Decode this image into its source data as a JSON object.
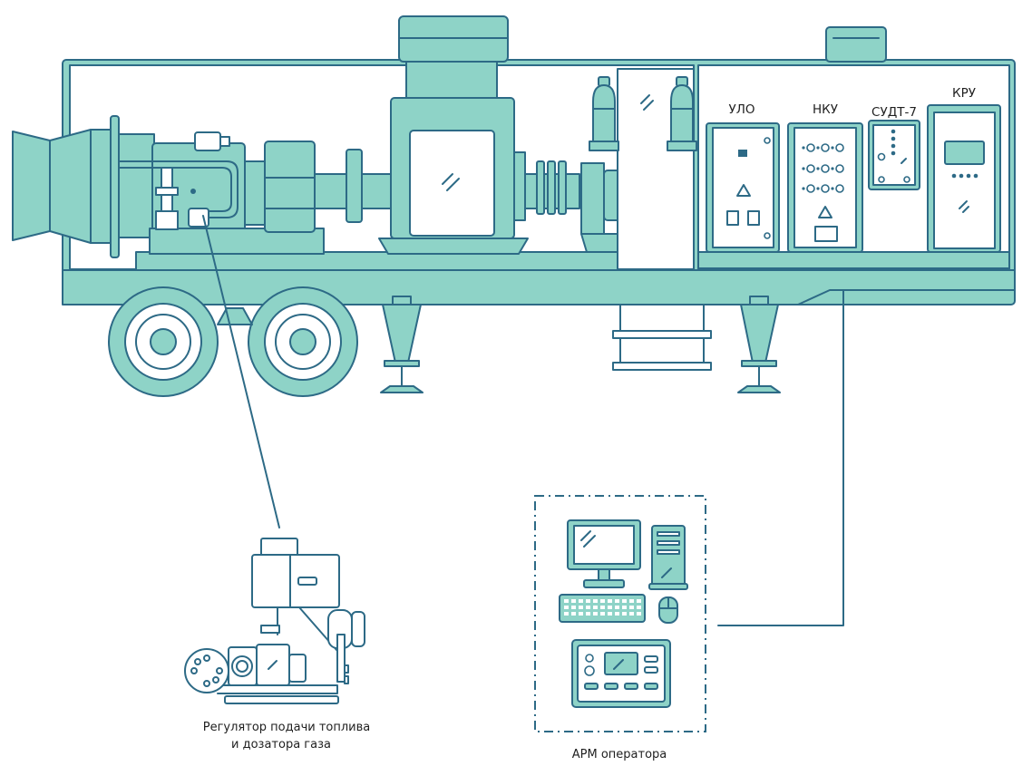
{
  "colors": {
    "fill": "#8ed3c7",
    "stroke": "#2d6a86",
    "light": "#ffffff",
    "dark_fill": "#6fbfb2"
  },
  "cabinets": [
    {
      "id": "ulo",
      "label": "УЛО"
    },
    {
      "id": "nku",
      "label": "НКУ"
    },
    {
      "id": "sudt",
      "label": "СУДТ-7"
    },
    {
      "id": "kru",
      "label": "КРУ"
    }
  ],
  "captions": {
    "regulator_line1": "Регулятор подачи топлива",
    "regulator_line2": "и дозатора газа",
    "operator": "АРМ оператора"
  },
  "icons": {
    "warning": "warning-triangle-icon",
    "glass": "glass-reflection-icon"
  }
}
